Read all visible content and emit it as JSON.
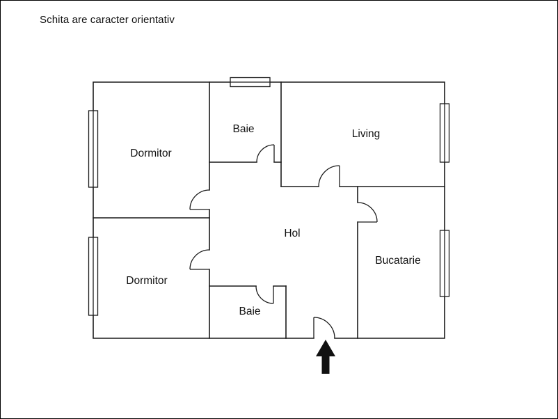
{
  "page": {
    "title": "Schita are caracter orientativ"
  },
  "floorplan": {
    "rooms": [
      {
        "id": "dormitor-top",
        "label": "Dormitor"
      },
      {
        "id": "baie-top",
        "label": "Baie"
      },
      {
        "id": "living",
        "label": "Living"
      },
      {
        "id": "dormitor-bottom",
        "label": "Dormitor"
      },
      {
        "id": "hol",
        "label": "Hol"
      },
      {
        "id": "baie-bottom",
        "label": "Baie"
      },
      {
        "id": "bucatarie",
        "label": "Bucatarie"
      }
    ],
    "icons": {
      "entrance_arrow": "up-arrow"
    },
    "colors": {
      "wall": "#1a1a1a",
      "arrow": "#111111",
      "background": "#ffffff"
    }
  }
}
